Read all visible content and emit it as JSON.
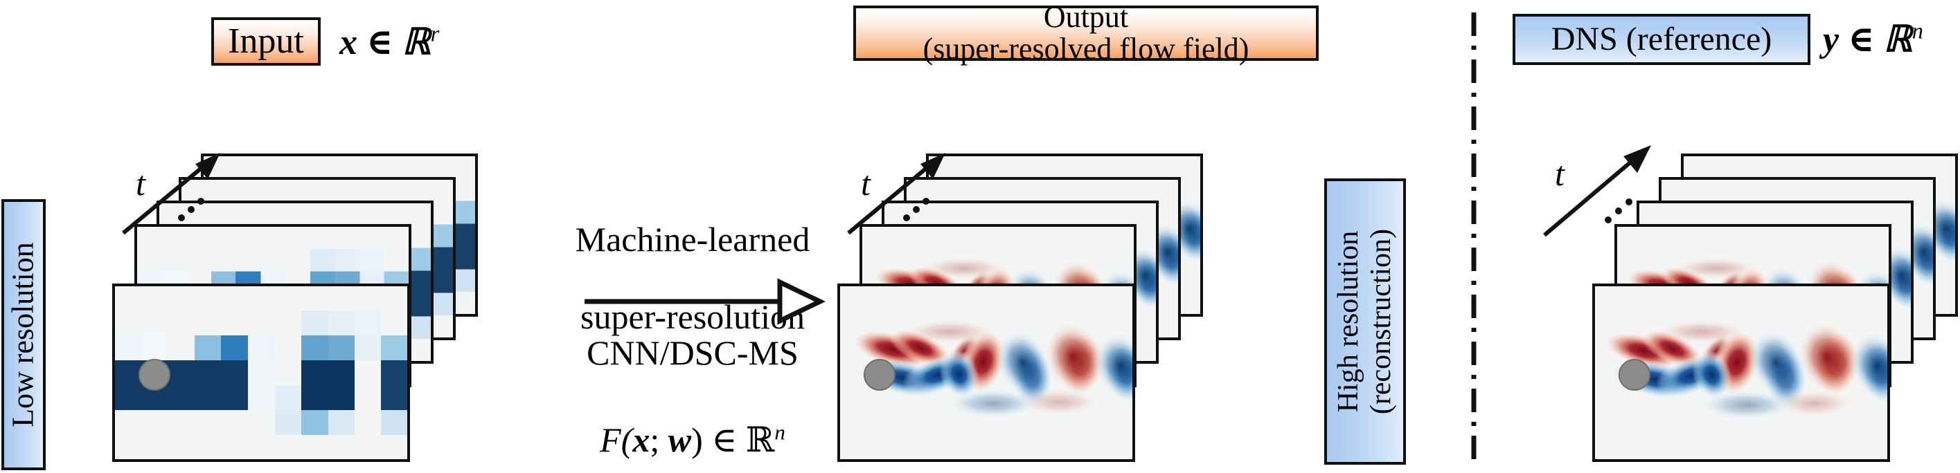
{
  "figure": {
    "title": "Machine-learned super-resolution of fluid flow fields",
    "background": "#ffffff"
  },
  "labels": {
    "input": "Input",
    "input_math": "x ∈ ℝ",
    "input_math_sup": "r",
    "output_line1": "Output",
    "output_line2": "(super-resolved flow field)",
    "dns": "DNS (reference)",
    "dns_math": "y ∈ ℝ",
    "dns_math_sup": "n",
    "low_resolution": "Low resolution",
    "high_resolution_line1": "High resolution",
    "high_resolution_line2": "(reconstruction)"
  },
  "center": {
    "method_line1": "Machine-learned",
    "method_line2": "super-resolution",
    "model_name": "CNN/DSC-MS",
    "model_math_prefix": "F(",
    "model_math_x": "x",
    "model_math_mid": "; ",
    "model_math_w": "w",
    "model_math_suffix": ") ∈ ℝ",
    "model_math_sup": "n"
  },
  "axes": {
    "time_symbol": "t",
    "ellipsis": "···"
  },
  "colors": {
    "orange_accent": "#f9a167",
    "blue_accent": "#a8c9f0",
    "vorticity_positive": "#8b0f1e",
    "vorticity_negative": "#0b3a6b",
    "lowres_dark_navy": "#133a64",
    "lowres_mid_blue": "#5b9bc8",
    "lowres_light_blue": "#bcd9ee",
    "cylinder_gray": "#8c8c8c",
    "frame_background": "#f4f6f6",
    "outline": "#111111"
  },
  "chart_data": {
    "type": "heatmap",
    "description": "Vorticity field of two-dimensional flow past a circular cylinder (von Karman vortex street), shown as a time series of stacked snapshots.",
    "colormap": "RdBu_r",
    "value_range": [
      -1,
      1
    ],
    "panels": [
      {
        "name": "low-resolution-input",
        "role": "input",
        "grid": "coarse (pixelated)",
        "frames": 5,
        "label": "Low resolution"
      },
      {
        "name": "super-resolved-output",
        "role": "output",
        "grid": "fine",
        "frames": 5,
        "label": "High resolution (reconstruction)"
      },
      {
        "name": "dns-reference",
        "role": "reference",
        "grid": "fine",
        "frames": 5,
        "label": "DNS (reference)"
      }
    ],
    "lowres_cells": [
      {
        "col": 0,
        "row": 3,
        "v": -0.95
      },
      {
        "col": 1,
        "row": 3,
        "v": -0.95
      },
      {
        "col": 2,
        "row": 3,
        "v": -0.95
      },
      {
        "col": 3,
        "row": 2,
        "v": -0.45
      },
      {
        "col": 3,
        "row": 3,
        "v": -0.95
      },
      {
        "col": 4,
        "row": 2,
        "v": -0.62
      },
      {
        "col": 4,
        "row": 3,
        "v": -0.95
      },
      {
        "col": 5,
        "row": 3,
        "v": -0.1
      },
      {
        "col": 5,
        "row": 4,
        "v": -0.08
      },
      {
        "col": 6,
        "row": 4,
        "v": -0.18
      },
      {
        "col": 6,
        "row": 5,
        "v": -0.16
      },
      {
        "col": 7,
        "row": 1,
        "v": -0.1
      },
      {
        "col": 7,
        "row": 2,
        "v": -0.55
      },
      {
        "col": 7,
        "row": 3,
        "v": -0.95
      },
      {
        "col": 7,
        "row": 5,
        "v": -0.32
      },
      {
        "col": 8,
        "row": 1,
        "v": -0.12
      },
      {
        "col": 8,
        "row": 2,
        "v": -0.5
      },
      {
        "col": 8,
        "row": 3,
        "v": -0.95
      },
      {
        "col": 8,
        "row": 5,
        "v": -0.14
      },
      {
        "col": 9,
        "row": 2,
        "v": -0.14
      },
      {
        "col": 10,
        "row": 2,
        "v": -0.42
      },
      {
        "col": 10,
        "row": 3,
        "v": -0.88
      },
      {
        "col": 10,
        "row": 5,
        "v": -0.2
      }
    ],
    "vortices": [
      {
        "x": 0.16,
        "y": 0.4,
        "sign": "positive",
        "strength": 1.0
      },
      {
        "x": 0.26,
        "y": 0.58,
        "sign": "negative",
        "strength": 1.0
      },
      {
        "x": 0.42,
        "y": 0.44,
        "sign": "positive",
        "strength": 0.95
      },
      {
        "x": 0.56,
        "y": 0.56,
        "sign": "negative",
        "strength": 0.9
      },
      {
        "x": 0.7,
        "y": 0.44,
        "sign": "positive",
        "strength": 0.85
      },
      {
        "x": 0.85,
        "y": 0.56,
        "sign": "negative",
        "strength": 0.8
      }
    ]
  }
}
